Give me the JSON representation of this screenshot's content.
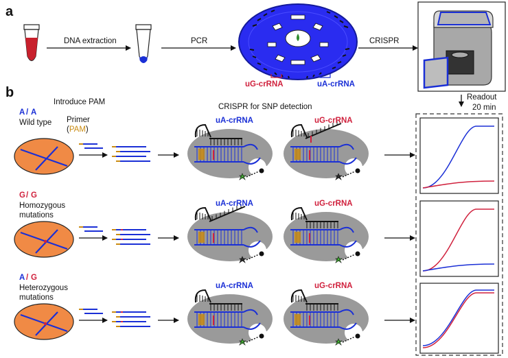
{
  "panel_a": {
    "label": "a",
    "steps": [
      "DNA extraction",
      "PCR",
      "CRISPR"
    ],
    "disc_labels": {
      "ug": "uG-crRNA",
      "ua": "uA-crRNA"
    },
    "readout": "Readout",
    "readout_time": "20 min"
  },
  "panel_b": {
    "label": "b",
    "introduce_pam": "Introduce PAM",
    "crispr_snp": "CRISPR for SNP detection",
    "primer": "Primer",
    "pam_open": "(",
    "pam": "PAM",
    "pam_close": ")",
    "rows": [
      {
        "g1": "A",
        "sep": "/",
        "g2": "A",
        "desc1": "Wild type",
        "desc2": "",
        "left_crrna": "uA-crRNA",
        "right_crrna": "uG-crRNA",
        "left_active": true,
        "right_active": false,
        "high": "blue"
      },
      {
        "g1": "G",
        "sep": "/",
        "g2": "G",
        "desc1": "Homozygous",
        "desc2": "mutations",
        "left_crrna": "uA-crRNA",
        "right_crrna": "uG-crRNA",
        "left_active": false,
        "right_active": true,
        "high": "red"
      },
      {
        "g1": "A",
        "sep": "/",
        "g2": "G",
        "desc1": "Heterozygous",
        "desc2": "mutations",
        "left_crrna": "uA-crRNA",
        "right_crrna": "uG-crRNA",
        "left_active": true,
        "right_active": true,
        "high": "both"
      }
    ]
  },
  "colors": {
    "blue": "#1a2fd6",
    "red": "#d0213d",
    "orange": "#f08a45",
    "gray": "#9a9a9a",
    "pam": "#c98b12",
    "green": "#4cd03a"
  }
}
